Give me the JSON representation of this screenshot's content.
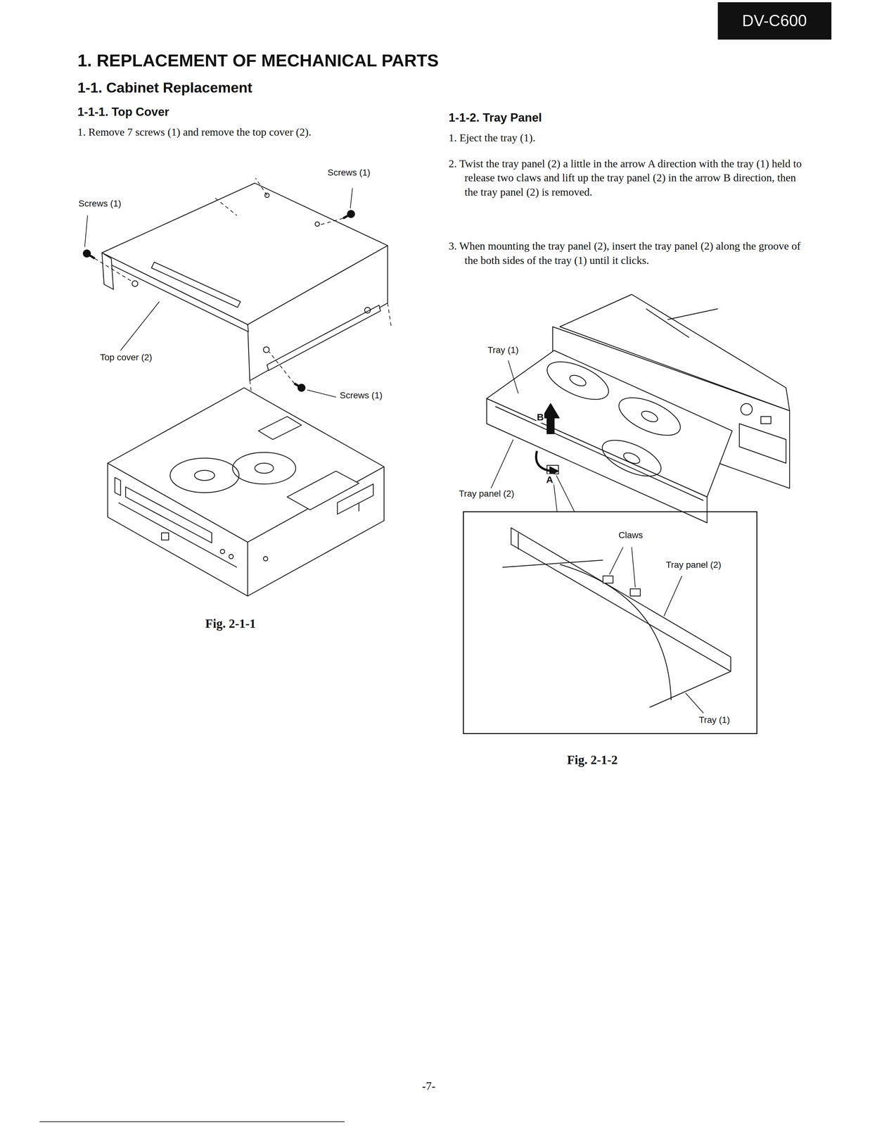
{
  "diagram": {
    "title": "1. REPLACEMENT OF MECHANICAL PARTS",
    "nodes": [
      {
        "text": [
          "DV-C600"
        ]
      },
      {
        "text": [
          "Claws",
          "Tray panel (2)",
          "Tray (1)"
        ]
      }
    ],
    "labels": [
      "1-1. Cabinet Replacement",
      "1-1-1. Top Cover",
      "1. Remove 7 screws (1) and remove the top cover (2).",
      "Screws (1)",
      "Screws (1)",
      "Top cover (2)",
      "Screws (1)",
      "Fig. 2-1-1",
      "1-1-2. Tray Panel",
      "1. Eject the tray (1).",
      "2. Twist the tray panel (2) a little in the arrow A direction with the tray (1) held to release two claws and lift up the tray panel (2) in the arrow B direction, then the tray panel (2) is removed.",
      "3. When mounting the tray panel (2), insert the tray panel (2) along the groove of the both sides of the tray (1) until it clicks.",
      "Tray (1)",
      "B",
      "A",
      "Tray panel (2)",
      "Fig. 2-1-2",
      "-7-"
    ]
  }
}
